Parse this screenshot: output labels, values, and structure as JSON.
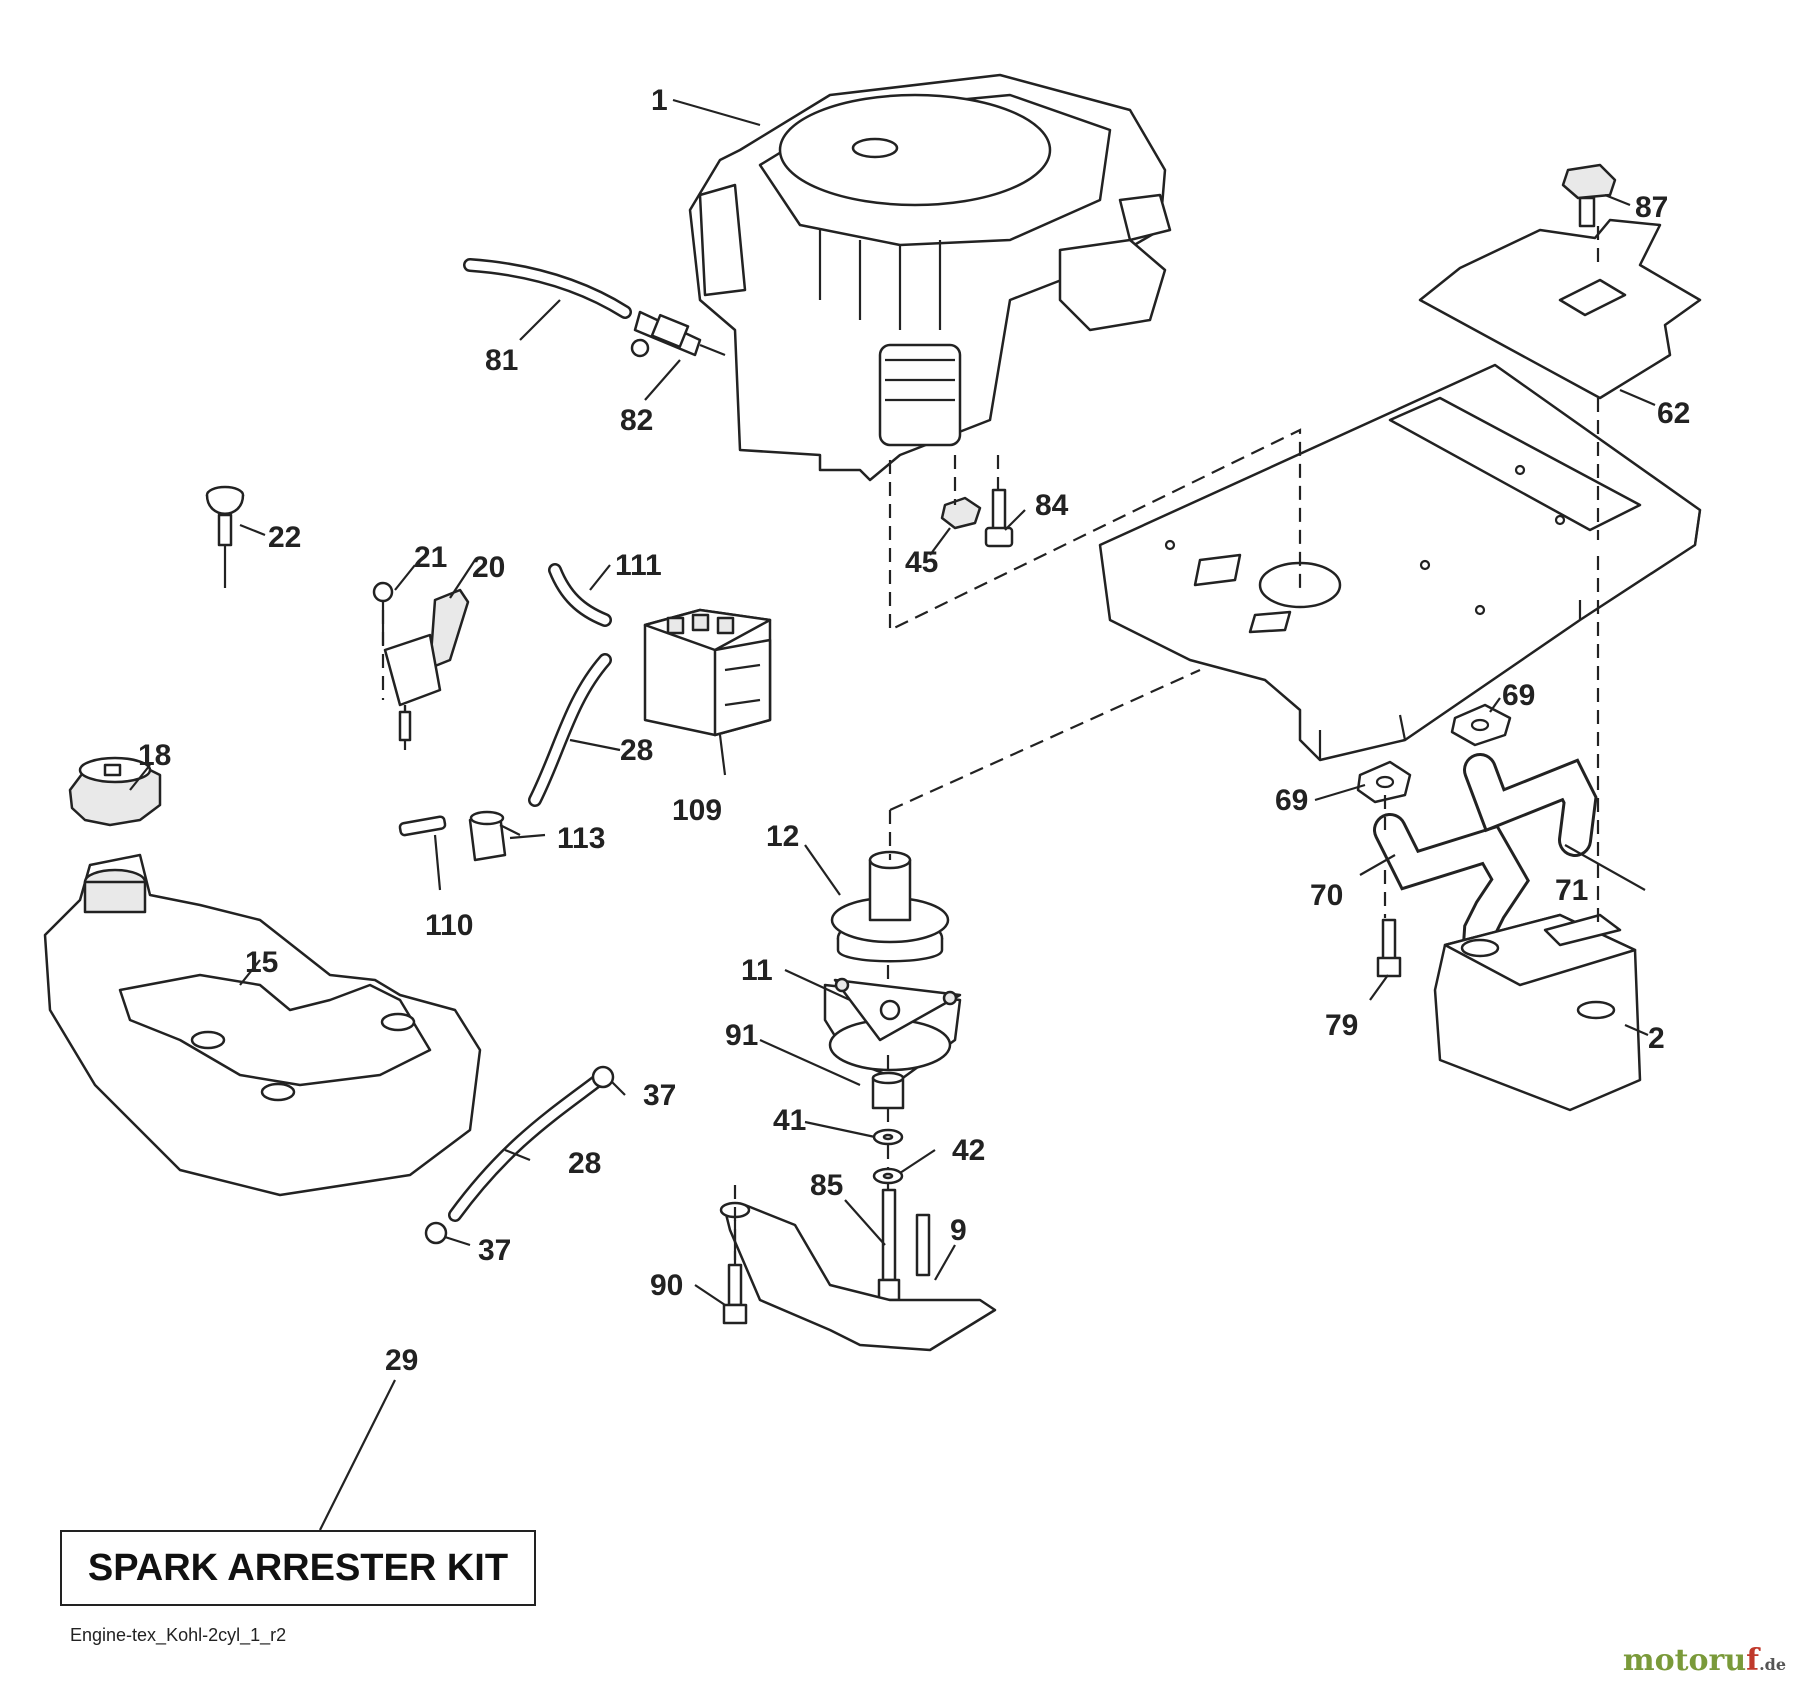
{
  "parts": [
    {
      "id": "p1",
      "label": "1"
    },
    {
      "id": "p2",
      "label": "2"
    },
    {
      "id": "p9",
      "label": "9"
    },
    {
      "id": "p11",
      "label": "11"
    },
    {
      "id": "p12",
      "label": "12"
    },
    {
      "id": "p15",
      "label": "15"
    },
    {
      "id": "p18",
      "label": "18"
    },
    {
      "id": "p20",
      "label": "20"
    },
    {
      "id": "p21",
      "label": "21"
    },
    {
      "id": "p22",
      "label": "22"
    },
    {
      "id": "p28a",
      "label": "28"
    },
    {
      "id": "p28b",
      "label": "28"
    },
    {
      "id": "p29",
      "label": "29"
    },
    {
      "id": "p37a",
      "label": "37"
    },
    {
      "id": "p37b",
      "label": "37"
    },
    {
      "id": "p41",
      "label": "41"
    },
    {
      "id": "p42",
      "label": "42"
    },
    {
      "id": "p45",
      "label": "45"
    },
    {
      "id": "p62",
      "label": "62"
    },
    {
      "id": "p69a",
      "label": "69"
    },
    {
      "id": "p69b",
      "label": "69"
    },
    {
      "id": "p70",
      "label": "70"
    },
    {
      "id": "p71",
      "label": "71"
    },
    {
      "id": "p79",
      "label": "79"
    },
    {
      "id": "p81",
      "label": "81"
    },
    {
      "id": "p82",
      "label": "82"
    },
    {
      "id": "p84",
      "label": "84"
    },
    {
      "id": "p85",
      "label": "85"
    },
    {
      "id": "p87",
      "label": "87"
    },
    {
      "id": "p90",
      "label": "90"
    },
    {
      "id": "p91",
      "label": "91"
    },
    {
      "id": "p109",
      "label": "109"
    },
    {
      "id": "p110",
      "label": "110"
    },
    {
      "id": "p111",
      "label": "111"
    },
    {
      "id": "p113",
      "label": "113"
    }
  ],
  "kit_label": "SPARK ARRESTER KIT",
  "footer_code": "Engine-tex_Kohl-2cyl_1_r2",
  "watermark": {
    "main": "motoru",
    "accent": "f",
    "tld": ".de"
  }
}
